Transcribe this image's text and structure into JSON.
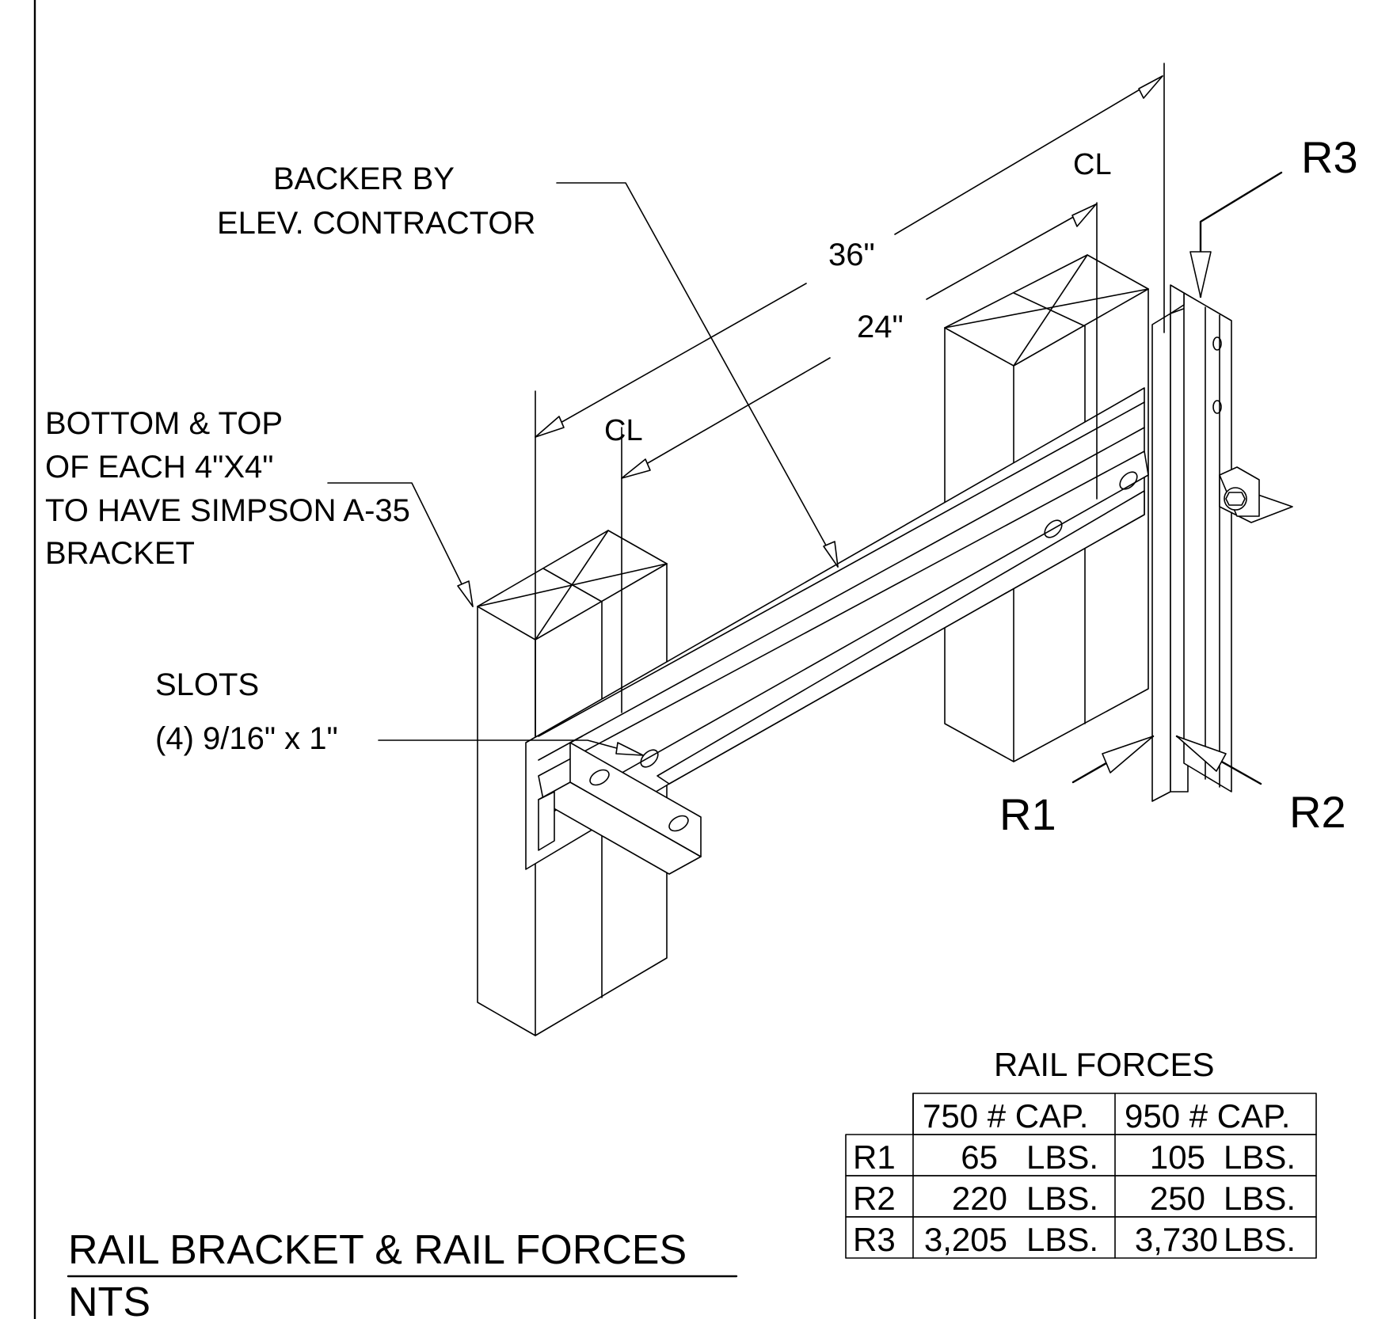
{
  "labels": {
    "backer_line1": "BACKER BY",
    "backer_line2": "ELEV. CONTRACTOR",
    "bracket_line1": "BOTTOM & TOP",
    "bracket_line2": "OF EACH 4\"X4\"",
    "bracket_line3": "TO HAVE SIMPSON A-35",
    "bracket_line4": "BRACKET",
    "slots_line1": "SLOTS",
    "slots_line2": "(4) 9/16\" x 1\"",
    "dim_36": "36\"",
    "dim_24": "24\"",
    "centerline": "CL",
    "r1": "R1",
    "r2": "R2",
    "r3": "R3"
  },
  "title": {
    "main": "RAIL BRACKET & RAIL FORCES",
    "scale": "NTS"
  },
  "table": {
    "title": "RAIL FORCES",
    "headers": [
      "",
      "750 # CAP.",
      "950 # CAP."
    ],
    "rows": [
      {
        "label": "R1",
        "cap750": "65",
        "cap950": "105",
        "unit": "LBS."
      },
      {
        "label": "R2",
        "cap750": "220",
        "cap950": "250",
        "unit": "LBS."
      },
      {
        "label": "R3",
        "cap750": "3,205",
        "cap950": "3,730",
        "unit": "LBS."
      }
    ]
  }
}
